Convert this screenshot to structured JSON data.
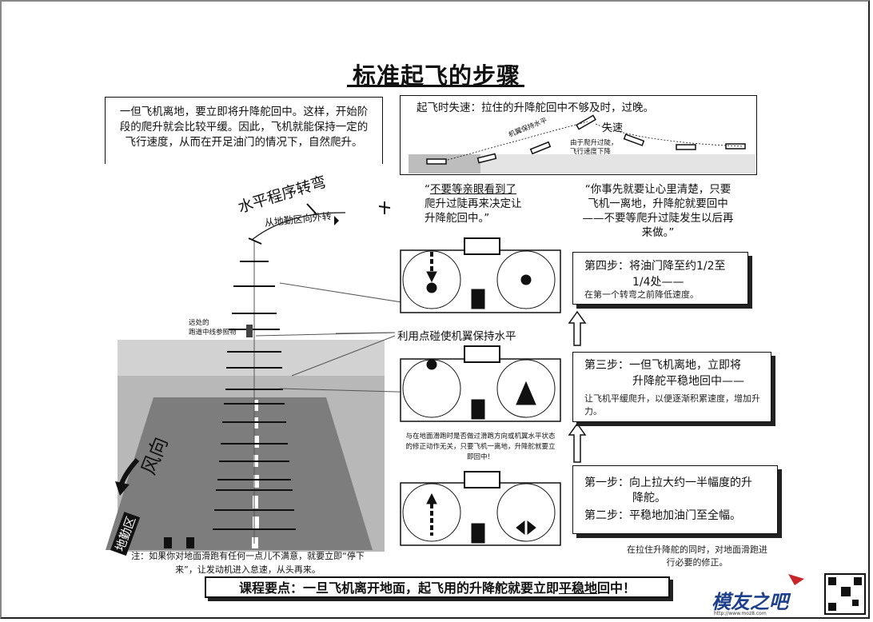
{
  "title": "标准起飞的步骤",
  "intro_box": "一但飞机离地，要立即将升降舵回中。这样，开始阶段的爬升就会比较平缓。因此，飞机就能保持一定的飞行速度，从而在开足油门的情况下，自然爬升。",
  "stall_box": {
    "text": "起飞时失速：拉住的升降舵回中不够及时，过晚。",
    "label_stall": "失速",
    "label_level": "机翼保持水平",
    "label_reason_1": "由于爬升过陡，",
    "label_reason_2": "飞行速度下降"
  },
  "turn": {
    "label": "水平程序转弯",
    "sub": "从地勤区向外转"
  },
  "quote1": {
    "line1_pre": "“",
    "line1_u": "不要等亲眼看到了",
    "line2": "爬升过陡再来决定让",
    "line3": "升降舵回中。”"
  },
  "quote2": "“你事先就要让心里清楚，只要飞机一离地，升降舵就要回中——不要等爬升过陡发生以后再来做。”",
  "reference_label_1": "远处的",
  "reference_label_2": "跑道中线参照物",
  "aileron_label": "利用点碰使机翼保持水平",
  "taxi_note": "与在地面滑跑时是否做过滑跑方向或机翼水平状态的修正动作无关，只要飞机一离地，升降舵就要立即回中！",
  "wind_label": "风向",
  "ground_label": "地勤区",
  "step4": {
    "head1": "第四步：将油门降至约1/2至",
    "head2": "1/4处——",
    "note": "在第一个转弯之前降低速度。"
  },
  "step3": {
    "head1": "第三步：一但飞机离地，立即将",
    "head2": "升降舵平稳地回中——",
    "note": "让飞机平缓爬升，以便逐渐积累速度，增加升力。"
  },
  "step12": {
    "line1": "第一步：向上拉大约一半幅度的升",
    "line2": "降舵。",
    "line3": "第二步：平稳地加油门至全幅。",
    "note": "在拉住升降舵的同时，对地面滑跑进行必要的修正。"
  },
  "footnote": "注：如果你对地面滑跑有任何一点儿不满意，就要立即“停下来”，让发动机进入怠速，从头再来。",
  "summary": {
    "pre": "课程要点：一旦飞机离开地面，起飞用的升降舵就要立即",
    "u": "平稳地",
    "post": "回中！"
  },
  "logo": {
    "brand": "模友之吧",
    "url": "http://www.moz8.com"
  },
  "colors": {
    "ink": "#111111",
    "ground": "#a9a9a9",
    "runway": "#7d7d7d",
    "haze": "#d2d2d2",
    "logo_blue": "#1d3f8c",
    "logo_red": "#c8262b"
  }
}
